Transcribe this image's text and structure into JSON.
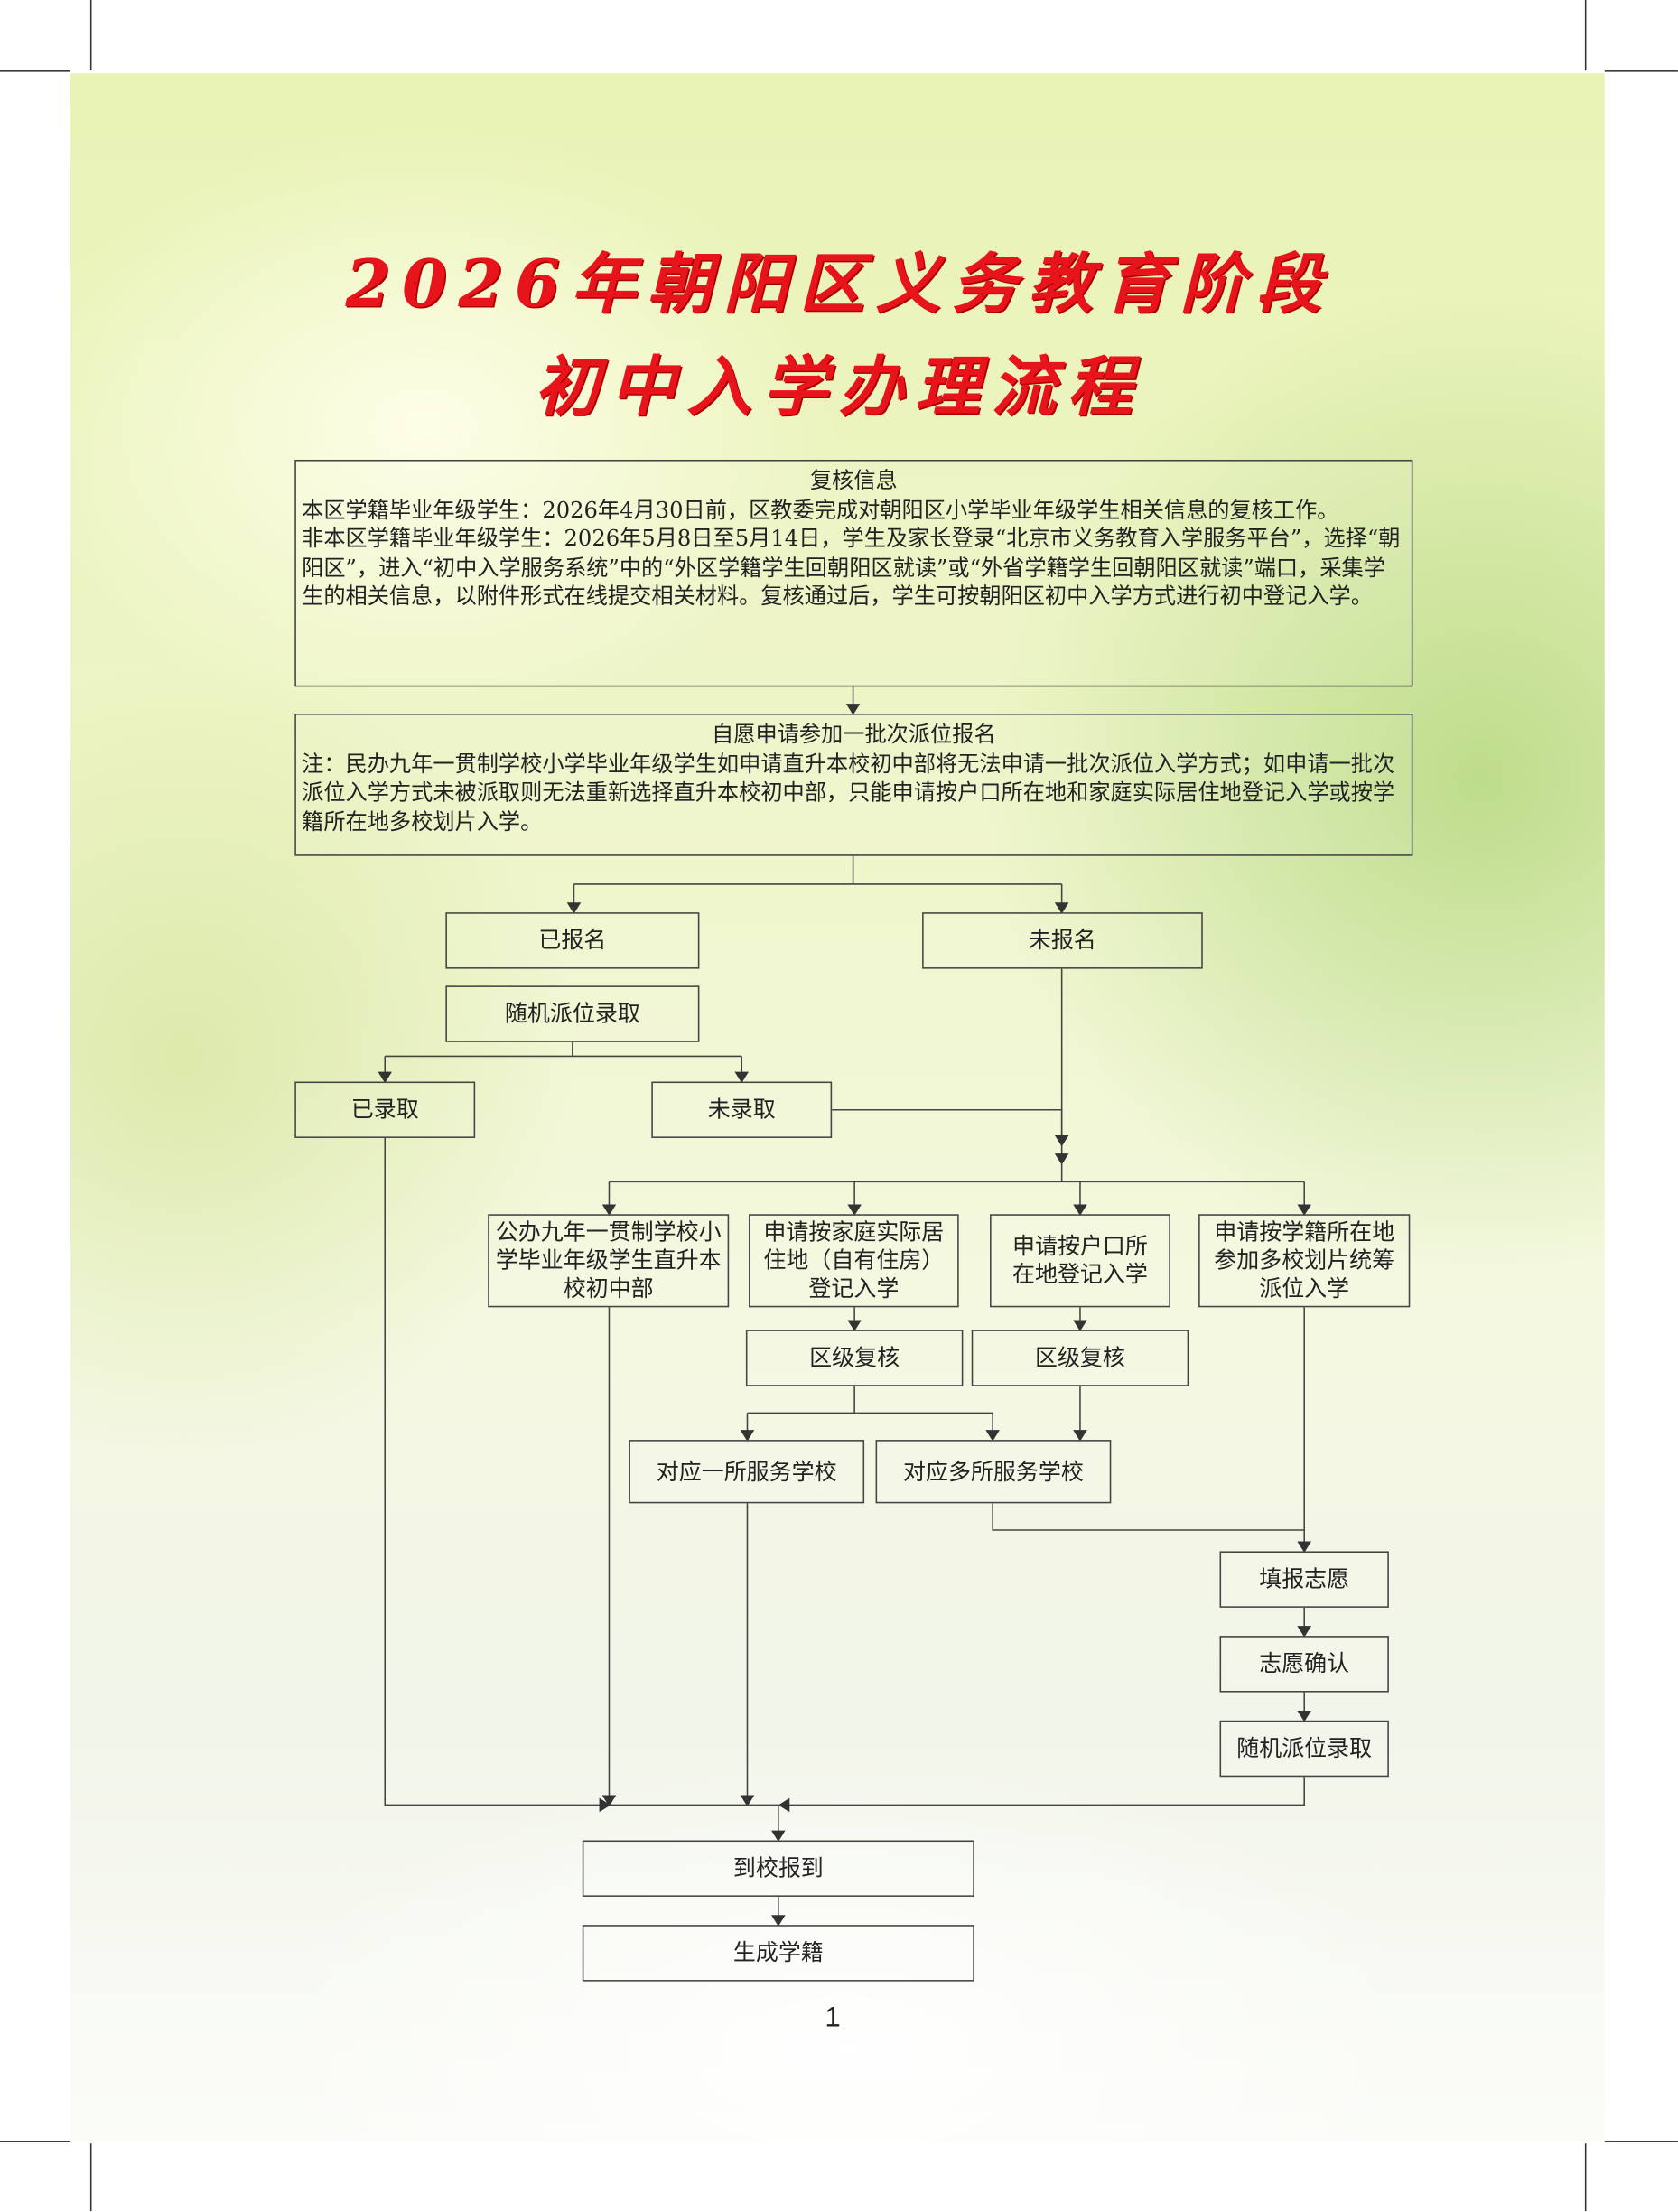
{
  "title": {
    "line1": "2026年朝阳区义务教育阶段",
    "line2": "初中入学办理流程"
  },
  "verify_box": {
    "heading": "复核信息",
    "p1": "本区学籍毕业年级学生：2026年4月30日前，区教委完成对朝阳区小学毕业年级学生相关信息的复核工作。",
    "p2": "非本区学籍毕业年级学生：2026年5月8日至5月14日，学生及家长登录“北京市义务教育入学服务平台”，选择“朝阳区”，进入“初中入学服务系统”中的“外区学籍学生回朝阳区就读”或“外省学籍学生回朝阳区就读”端口，采集学生的相关信息，以附件形式在线提交相关材料。复核通过后，学生可按朝阳区初中入学方式进行初中登记入学。"
  },
  "lottery_box": {
    "heading": "自愿申请参加一批次派位报名",
    "note": "注：民办九年一贯制学校小学毕业年级学生如申请直升本校初中部将无法申请一批次派位入学方式；如申请一批次派位入学方式未被派取则无法重新选择直升本校初中部，只能申请按户口所在地和家庭实际居住地登记入学或按学籍所在地多校划片入学。"
  },
  "nodes": {
    "registered": "已报名",
    "not_registered": "未报名",
    "random_lottery": "随机派位录取",
    "admitted": "已录取",
    "not_admitted": "未录取",
    "public_direct": "公办九年一贯制学校小学毕业年级学生直升本校初中部",
    "by_residence": "申请按家庭实际居住地（自有住房）登记入学",
    "by_hukou": "申请按户口所在地登记入学",
    "by_school_roll": "申请按学籍所在地参加多校划片统筹派位入学",
    "district_review_1": "区级复核",
    "district_review_2": "区级复核",
    "one_school": "对应一所服务学校",
    "multi_school": "对应多所服务学校",
    "fill_wish": "填报志愿",
    "confirm_wish": "志愿确认",
    "random_lottery_2": "随机派位录取",
    "report_school": "到校报到",
    "generate_roll": "生成学籍"
  },
  "page_number": "1",
  "colors": {
    "title": "#e8141b",
    "line": "#444444"
  }
}
